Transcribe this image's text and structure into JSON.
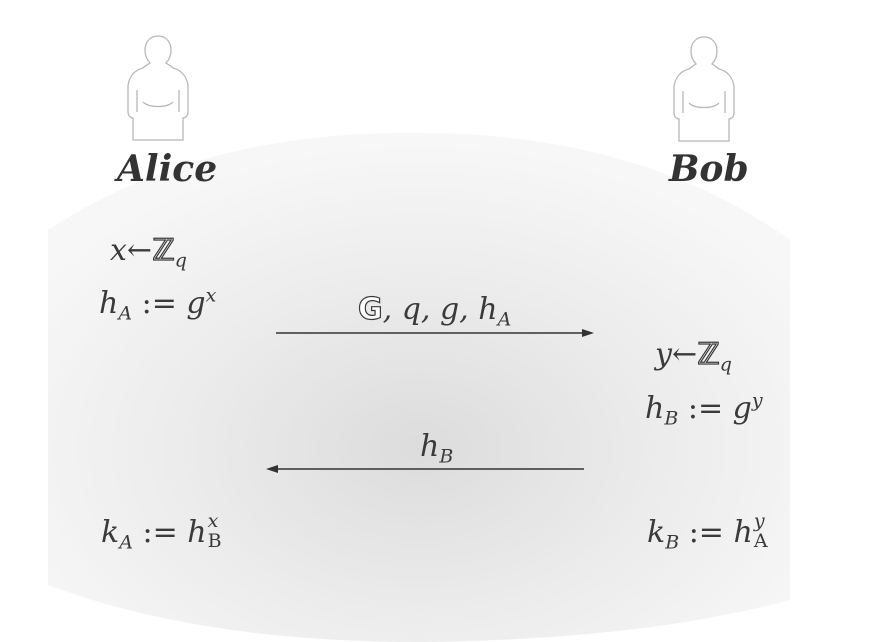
{
  "parties": {
    "alice": {
      "name": "Alice",
      "icon": "person-silhouette-icon"
    },
    "bob": {
      "name": "Bob",
      "icon": "person-silhouette-icon"
    }
  },
  "alice_steps": {
    "sample": {
      "var": "x",
      "arrow": "←",
      "set": "ℤ",
      "set_sub": "q"
    },
    "compute_h": {
      "lhs": "h",
      "lhs_sub": "A",
      "op": " := ",
      "base": "g",
      "exp": "x"
    },
    "key": {
      "lhs": "k",
      "lhs_sub": "A",
      "op": " := ",
      "base": "h",
      "sup": "x",
      "sub": "B"
    }
  },
  "bob_steps": {
    "sample": {
      "var": "y",
      "arrow": "←",
      "set": "ℤ",
      "set_sub": "q"
    },
    "compute_h": {
      "lhs": "h",
      "lhs_sub": "B",
      "op": " := ",
      "base": "g",
      "exp": "y"
    },
    "key": {
      "lhs": "k",
      "lhs_sub": "B",
      "op": " := ",
      "base": "h",
      "sup": "y",
      "sub": "A"
    }
  },
  "messages": {
    "to_bob": {
      "group": "G",
      "rest": ", q, g, h",
      "rest_sub": "A",
      "direction": "right"
    },
    "to_alice": {
      "label": "h",
      "label_sub": "B",
      "direction": "left"
    }
  },
  "colors": {
    "text": "#333333",
    "arrow": "#333333",
    "background_center": "#e2e2e2",
    "background_edge": "#f5f5f5"
  }
}
